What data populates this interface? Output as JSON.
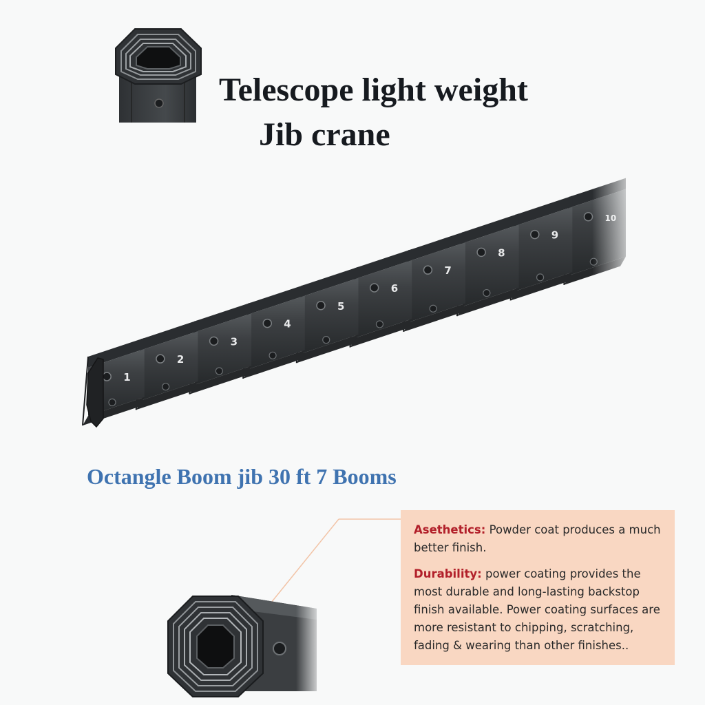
{
  "title": {
    "line1": "Telescope light weight",
    "line2": "Jib crane"
  },
  "subtitle": "Octangle Boom jib 30 ft 7 Booms",
  "features": [
    {
      "term": "Asethetics:",
      "text": "Powder coat produces a much better finish."
    },
    {
      "term": "Durability:",
      "text": "power coating provides the most durable and long-lasting backstop finish available.  Power coating surfaces are more resistant to chipping, scratching, fading & wearing than other finishes.."
    }
  ],
  "boom_section_numbers": [
    "1",
    "2",
    "3",
    "4",
    "5",
    "6",
    "7",
    "8",
    "9",
    "10"
  ],
  "colors": {
    "title": "#161a1f",
    "subtitle": "#3f73b0",
    "callout_background": "#f9d7c2",
    "callout_term": "#b2202a",
    "boom_metal": "#3b3e41"
  }
}
